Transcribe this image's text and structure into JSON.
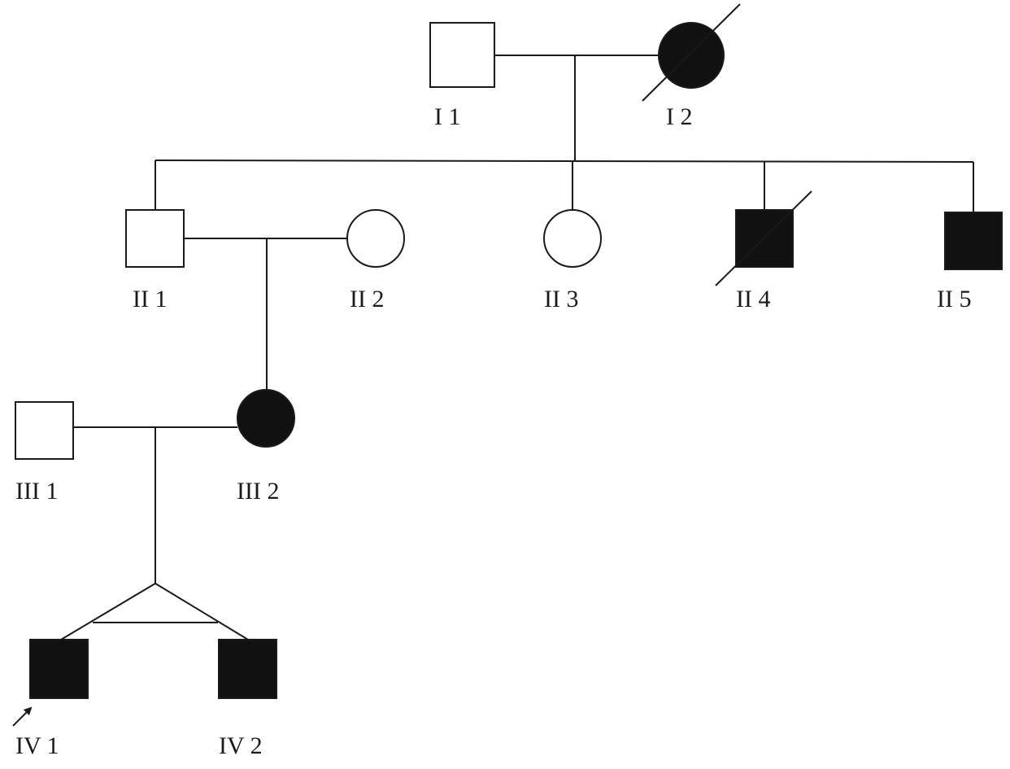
{
  "colors": {
    "line": "#1a1a1a",
    "affected": "#111111",
    "unaffected": "#ffffff"
  },
  "individuals": [
    {
      "id": "I-1",
      "label": "I 1",
      "sex": "male",
      "affected": false,
      "deceased": false,
      "proband": false
    },
    {
      "id": "I-2",
      "label": "I 2",
      "sex": "female",
      "affected": true,
      "deceased": true,
      "proband": false
    },
    {
      "id": "II-1",
      "label": "II 1",
      "sex": "male",
      "affected": false,
      "deceased": false,
      "proband": false
    },
    {
      "id": "II-2",
      "label": "II 2",
      "sex": "female",
      "affected": false,
      "deceased": false,
      "proband": false
    },
    {
      "id": "II-3",
      "label": "II 3",
      "sex": "female",
      "affected": false,
      "deceased": false,
      "proband": false
    },
    {
      "id": "II-4",
      "label": "II 4",
      "sex": "male",
      "affected": true,
      "deceased": true,
      "proband": false
    },
    {
      "id": "II-5",
      "label": "II 5",
      "sex": "male",
      "affected": true,
      "deceased": false,
      "proband": false
    },
    {
      "id": "III-1",
      "label": "III 1",
      "sex": "male",
      "affected": false,
      "deceased": false,
      "proband": false
    },
    {
      "id": "III-2",
      "label": "III 2",
      "sex": "female",
      "affected": true,
      "deceased": false,
      "proband": false
    },
    {
      "id": "IV-1",
      "label": "IV 1",
      "sex": "male",
      "affected": true,
      "deceased": false,
      "proband": true
    },
    {
      "id": "IV-2",
      "label": "IV 2",
      "sex": "male",
      "affected": true,
      "deceased": false,
      "proband": false
    }
  ],
  "matings": [
    {
      "partners": [
        "I-1",
        "I-2"
      ],
      "children": [
        "II-1",
        "II-3",
        "II-4",
        "II-5"
      ]
    },
    {
      "partners": [
        "II-1",
        "II-2"
      ],
      "children": [
        "III-2"
      ]
    },
    {
      "partners": [
        "III-1",
        "III-2"
      ],
      "children": [
        "IV-1",
        "IV-2"
      ],
      "twins": true
    }
  ]
}
